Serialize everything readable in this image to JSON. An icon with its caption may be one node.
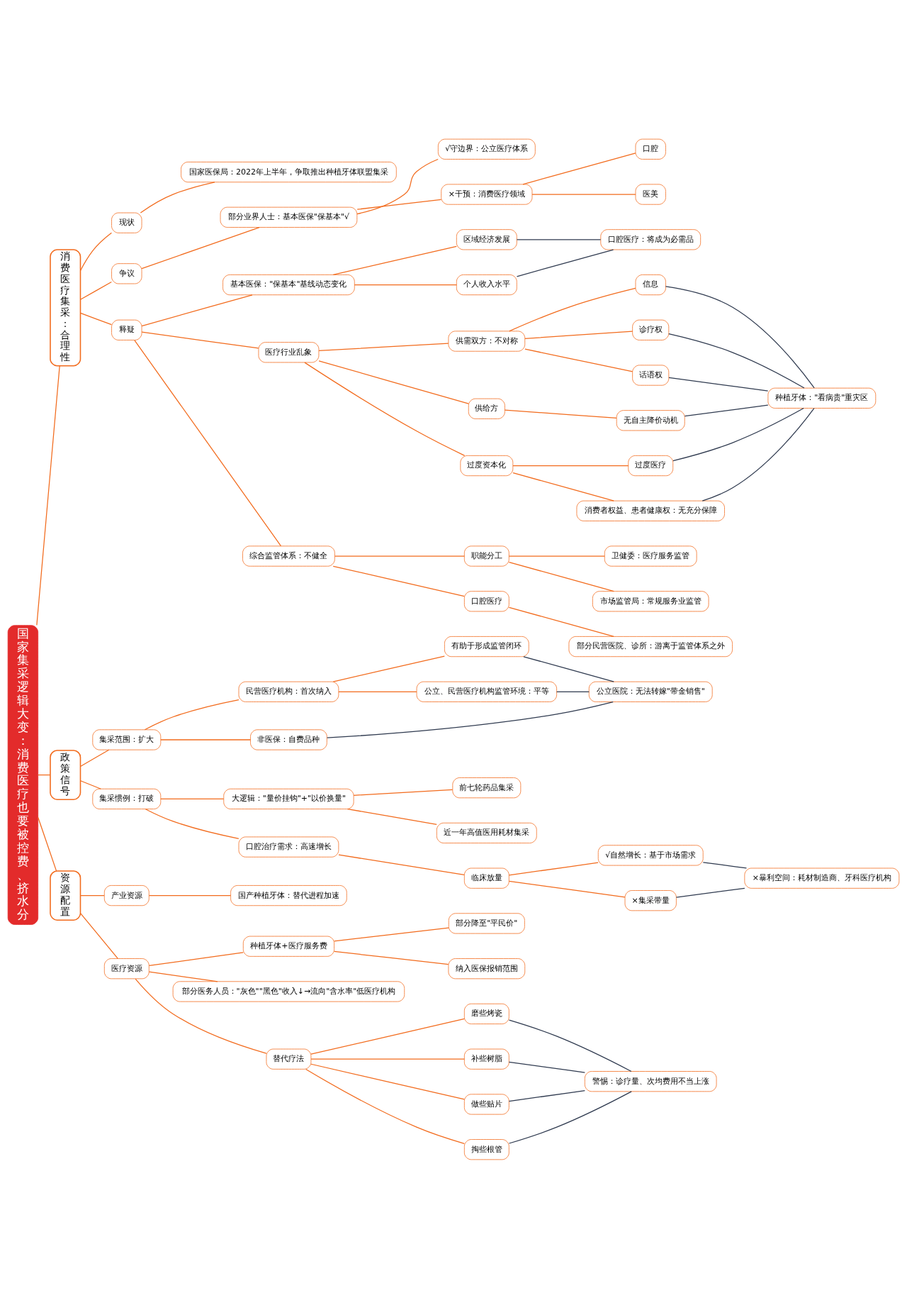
{
  "diagram": {
    "nodes": [
      {
        "text": [
          "国家集采逻辑大变：消费医疗也要被控费、挤水分"
        ]
      },
      {
        "text": [
          "消费医疗集采：合理性"
        ]
      },
      {
        "text": [
          "现状"
        ]
      },
      {
        "text": [
          "国家医保局：2022年上半年，争取推出种植牙体联盟集采"
        ]
      },
      {
        "text": [
          "争议"
        ]
      },
      {
        "text": [
          "部分业界人士：基本医保\"保基本\"√"
        ]
      },
      {
        "text": [
          "√守边界：公立医疗体系"
        ]
      },
      {
        "text": [
          "×干预：消费医疗领域"
        ]
      },
      {
        "text": [
          "口腔"
        ]
      },
      {
        "text": [
          "医美"
        ]
      },
      {
        "text": [
          "释疑"
        ]
      },
      {
        "text": [
          "基本医保：\"保基本\"基线动态变化"
        ]
      },
      {
        "text": [
          "区域经济发展"
        ]
      },
      {
        "text": [
          "个人收入水平"
        ]
      },
      {
        "text": [
          "口腔医疗：将成为必需品"
        ]
      },
      {
        "text": [
          "医疗行业乱象"
        ]
      },
      {
        "text": [
          "供需双方：不对称"
        ]
      },
      {
        "text": [
          "信息"
        ]
      },
      {
        "text": [
          "诊疗权"
        ]
      },
      {
        "text": [
          "话语权"
        ]
      },
      {
        "text": [
          "供给方"
        ]
      },
      {
        "text": [
          "无自主降价动机"
        ]
      },
      {
        "text": [
          "过度资本化"
        ]
      },
      {
        "text": [
          "过度医疗"
        ]
      },
      {
        "text": [
          "消费者权益、患者健康权：无充分保障"
        ]
      },
      {
        "text": [
          "种植牙体：\"看病贵\"重灾区"
        ]
      },
      {
        "text": [
          "综合监管体系：不健全"
        ]
      },
      {
        "text": [
          "职能分工"
        ]
      },
      {
        "text": [
          "卫健委：医疗服务监管"
        ]
      },
      {
        "text": [
          "市场监管局：常规服务业监管"
        ]
      },
      {
        "text": [
          "口腔医疗"
        ]
      },
      {
        "text": [
          "部分民营医院、诊所：游离于监管体系之外"
        ]
      },
      {
        "text": [
          "政策信号"
        ]
      },
      {
        "text": [
          "集采范围：扩大"
        ]
      },
      {
        "text": [
          "民营医疗机构：首次纳入"
        ]
      },
      {
        "text": [
          "有助于形成监管闭环"
        ]
      },
      {
        "text": [
          "公立、民营医疗机构监管环境：平等"
        ]
      },
      {
        "text": [
          "非医保：自费品种"
        ]
      },
      {
        "text": [
          "公立医院：无法转嫁\"带金销售\""
        ]
      },
      {
        "text": [
          "集采惯例：打破"
        ]
      },
      {
        "text": [
          "大逻辑：\"量价挂钩\"+\"以价换量\""
        ]
      },
      {
        "text": [
          "前七轮药品集采"
        ]
      },
      {
        "text": [
          "近一年高值医用耗材集采"
        ]
      },
      {
        "text": [
          "口腔治疗需求：高速增长"
        ]
      },
      {
        "text": [
          "临床放量"
        ]
      },
      {
        "text": [
          "√自然增长：基于市场需求"
        ]
      },
      {
        "text": [
          "×集采带量"
        ]
      },
      {
        "text": [
          "×暴利空间：耗材制造商、牙科医疗机构"
        ]
      },
      {
        "text": [
          "资源配置"
        ]
      },
      {
        "text": [
          "产业资源"
        ]
      },
      {
        "text": [
          "国产种植牙体：替代进程加速"
        ]
      },
      {
        "text": [
          "医疗资源"
        ]
      },
      {
        "text": [
          "种植牙体+医疗服务费"
        ]
      },
      {
        "text": [
          "部分降至\"平民价\""
        ]
      },
      {
        "text": [
          "纳入医保报销范围"
        ]
      },
      {
        "text": [
          "部分医务人员：\"灰色\"\"黑色\"收入↓→流向\"含水率\"低医疗机构"
        ]
      },
      {
        "text": [
          "替代疗法"
        ]
      },
      {
        "text": [
          "磨些烤瓷"
        ]
      },
      {
        "text": [
          "补些树脂"
        ]
      },
      {
        "text": [
          "做些贴片"
        ]
      },
      {
        "text": [
          "掏些根管"
        ]
      },
      {
        "text": [
          "警惕：诊疗量、次均费用不当上涨"
        ]
      }
    ],
    "edges": [
      {
        "from": 0,
        "to": 1,
        "arrow": "none"
      },
      {
        "from": 1,
        "to": 2,
        "arrow": "none"
      },
      {
        "from": 2,
        "to": 3,
        "arrow": "none"
      },
      {
        "from": 1,
        "to": 4,
        "arrow": "none"
      },
      {
        "from": 4,
        "to": 5,
        "arrow": "none"
      },
      {
        "from": 5,
        "to": 6,
        "arrow": "none"
      },
      {
        "from": 5,
        "to": 7,
        "arrow": "none"
      },
      {
        "from": 7,
        "to": 8,
        "arrow": "none"
      },
      {
        "from": 7,
        "to": 9,
        "arrow": "none"
      },
      {
        "from": 1,
        "to": 10,
        "arrow": "none"
      },
      {
        "from": 10,
        "to": 11,
        "arrow": "none"
      },
      {
        "from": 11,
        "to": 12,
        "arrow": "none"
      },
      {
        "from": 11,
        "to": 13,
        "arrow": "none"
      },
      {
        "from": 10,
        "to": 15,
        "arrow": "none"
      },
      {
        "from": 15,
        "to": 16,
        "arrow": "none"
      },
      {
        "from": 16,
        "to": 17,
        "arrow": "none"
      },
      {
        "from": 16,
        "to": 18,
        "arrow": "none"
      },
      {
        "from": 16,
        "to": 19,
        "arrow": "none"
      },
      {
        "from": 15,
        "to": 20,
        "arrow": "none"
      },
      {
        "from": 20,
        "to": 21,
        "arrow": "none"
      },
      {
        "from": 15,
        "to": 22,
        "arrow": "none"
      },
      {
        "from": 22,
        "to": 23,
        "arrow": "none"
      },
      {
        "from": 22,
        "to": 24,
        "arrow": "none"
      },
      {
        "from": 10,
        "to": 26,
        "arrow": "none"
      },
      {
        "from": 26,
        "to": 27,
        "arrow": "none"
      },
      {
        "from": 27,
        "to": 28,
        "arrow": "none"
      },
      {
        "from": 27,
        "to": 29,
        "arrow": "none"
      },
      {
        "from": 26,
        "to": 30,
        "arrow": "none"
      },
      {
        "from": 30,
        "to": 31,
        "arrow": "none"
      },
      {
        "from": 0,
        "to": 32,
        "arrow": "none"
      },
      {
        "from": 32,
        "to": 33,
        "arrow": "none"
      },
      {
        "from": 33,
        "to": 34,
        "arrow": "none"
      },
      {
        "from": 34,
        "to": 35,
        "arrow": "none"
      },
      {
        "from": 34,
        "to": 36,
        "arrow": "none"
      },
      {
        "from": 33,
        "to": 37,
        "arrow": "none"
      },
      {
        "from": 32,
        "to": 39,
        "arrow": "none"
      },
      {
        "from": 39,
        "to": 40,
        "arrow": "none"
      },
      {
        "from": 40,
        "to": 41,
        "arrow": "none"
      },
      {
        "from": 40,
        "to": 42,
        "arrow": "none"
      },
      {
        "from": 39,
        "to": 43,
        "arrow": "none"
      },
      {
        "from": 43,
        "to": 44,
        "arrow": "none"
      },
      {
        "from": 44,
        "to": 45,
        "arrow": "none"
      },
      {
        "from": 44,
        "to": 46,
        "arrow": "none"
      },
      {
        "from": 0,
        "to": 48,
        "arrow": "none"
      },
      {
        "from": 48,
        "to": 49,
        "arrow": "none"
      },
      {
        "from": 49,
        "to": 50,
        "arrow": "none"
      },
      {
        "from": 48,
        "to": 51,
        "arrow": "none"
      },
      {
        "from": 51,
        "to": 52,
        "arrow": "none"
      },
      {
        "from": 52,
        "to": 53,
        "arrow": "none"
      },
      {
        "from": 52,
        "to": 54,
        "arrow": "none"
      },
      {
        "from": 51,
        "to": 55,
        "arrow": "none"
      },
      {
        "from": 51,
        "to": 56,
        "arrow": "none"
      },
      {
        "from": 56,
        "to": 57,
        "arrow": "none"
      },
      {
        "from": 56,
        "to": 58,
        "arrow": "none"
      },
      {
        "from": 56,
        "to": 59,
        "arrow": "none"
      },
      {
        "from": 56,
        "to": 60,
        "arrow": "none"
      },
      {
        "from": 12,
        "to": 14,
        "arrow": "none",
        "color": "#2f3a4f"
      },
      {
        "from": 13,
        "to": 14,
        "arrow": "none",
        "color": "#2f3a4f"
      },
      {
        "from": 17,
        "to": 25,
        "arrow": "none",
        "color": "#2f3a4f"
      },
      {
        "from": 18,
        "to": 25,
        "arrow": "none",
        "color": "#2f3a4f"
      },
      {
        "from": 19,
        "to": 25,
        "arrow": "none",
        "color": "#2f3a4f"
      },
      {
        "from": 21,
        "to": 25,
        "arrow": "none",
        "color": "#2f3a4f"
      },
      {
        "from": 23,
        "to": 25,
        "arrow": "none",
        "color": "#2f3a4f"
      },
      {
        "from": 24,
        "to": 25,
        "arrow": "none",
        "color": "#2f3a4f"
      },
      {
        "from": 35,
        "to": 38,
        "arrow": "none",
        "color": "#2f3a4f"
      },
      {
        "from": 36,
        "to": 38,
        "arrow": "none",
        "color": "#2f3a4f"
      },
      {
        "from": 37,
        "to": 38,
        "arrow": "none",
        "color": "#2f3a4f"
      },
      {
        "from": 45,
        "to": 47,
        "arrow": "none",
        "color": "#2f3a4f"
      },
      {
        "from": 46,
        "to": 47,
        "arrow": "none",
        "color": "#2f3a4f"
      },
      {
        "from": 57,
        "to": 61,
        "arrow": "none",
        "color": "#2f3a4f"
      },
      {
        "from": 58,
        "to": 61,
        "arrow": "none",
        "color": "#2f3a4f"
      },
      {
        "from": 59,
        "to": 61,
        "arrow": "none",
        "color": "#2f3a4f"
      },
      {
        "from": 60,
        "to": 61,
        "arrow": "none",
        "color": "#2f3a4f"
      }
    ]
  }
}
